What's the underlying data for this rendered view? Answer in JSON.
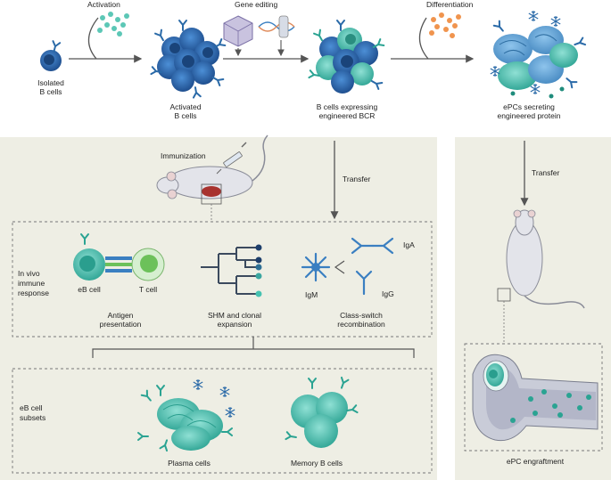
{
  "top_row": {
    "steps": {
      "activation": "Activation",
      "gene_editing": "Gene editing",
      "differentiation": "Differentiation"
    },
    "cells": {
      "isolated_1": "Isolated",
      "isolated_2": "B cells",
      "activated_1": "Activated",
      "activated_2": "B cells",
      "engineered_1": "B cells expressing",
      "engineered_2": "engineered BCR",
      "epcs_1": "ePCs secreting",
      "epcs_2": "engineered protein"
    }
  },
  "left_panel": {
    "immunization": "Immunization",
    "transfer": "Transfer",
    "in_vivo": {
      "label_1": "In vivo",
      "label_2": "immune",
      "label_3": "response",
      "eb_cell": "eB cell",
      "t_cell": "T cell",
      "antigen_1": "Antigen",
      "antigen_2": "presentation",
      "shm_1": "SHM and clonal",
      "shm_2": "expansion",
      "igm": "IgM",
      "iga": "IgA",
      "igg": "IgG",
      "class_switch_1": "Class-switch",
      "class_switch_2": "recombination"
    },
    "subsets": {
      "label_1": "eB cell",
      "label_2": "subsets",
      "plasma": "Plasma cells",
      "memory": "Memory B cells"
    }
  },
  "right_panel": {
    "transfer": "Transfer",
    "engraftment": "ePC engraftment"
  },
  "colors": {
    "panel_bg": "#eeeee4",
    "b_cell_blue": "#2f6fb5",
    "engineered_teal": "#45c2b1",
    "antibody_blue": "#3a7fc1",
    "arrow": "#555555"
  },
  "icons": [
    "antibody-icon",
    "snowflake-icon",
    "syringe-icon",
    "mouse-icon",
    "bone-icon",
    "aav-capsid-icon",
    "dna-icon"
  ]
}
